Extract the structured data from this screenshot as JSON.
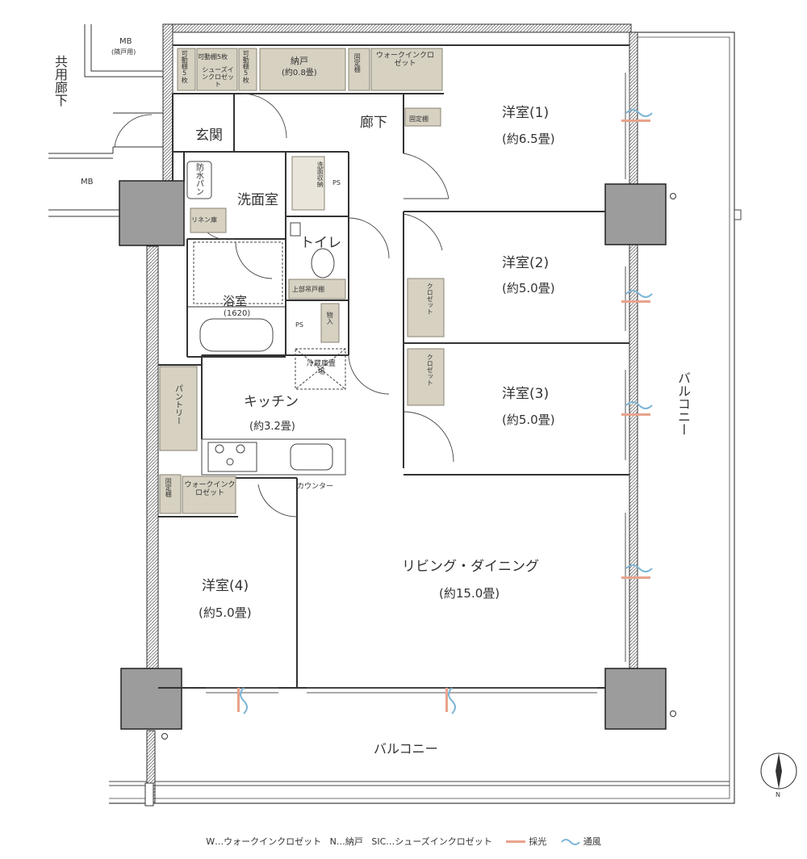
{
  "rooms": {
    "western1": {
      "name": "洋室(1)",
      "size": "(約6.5畳)"
    },
    "western2": {
      "name": "洋室(2)",
      "size": "(約5.0畳)"
    },
    "western3": {
      "name": "洋室(3)",
      "size": "(約5.0畳)"
    },
    "western4": {
      "name": "洋室(4)",
      "size": "(約5.0畳)"
    },
    "living": {
      "name": "リビング・ダイニング",
      "size": "(約15.0畳)"
    },
    "kitchen": {
      "name": "キッチン",
      "size": "(約3.2畳)"
    },
    "storage": {
      "name": "納戸",
      "size": "(約0.8畳)"
    },
    "bath": {
      "name": "浴室",
      "size": "(1620)"
    },
    "washroom": "洗面室",
    "toilet": "トイレ",
    "entrance": "玄関",
    "corridor": "廊下"
  },
  "labels": {
    "mb_top": "MB",
    "mb_top_sub": "(隣戸用)",
    "mb_left": "MB",
    "common_corridor": "共用廊下",
    "balcony_east": "バルコニー",
    "balcony_south": "バルコニー",
    "movable_shelf_5": "可動棚5枚",
    "movable_shelf_left": "可動棚5枚",
    "movable_shelf_right": "可動棚5枚",
    "shoes_in_closet": "シューズインクロゼット",
    "walk_in_closet": "ウォークインクロゼット",
    "walk_in_closet_kitchen": "ウォークインクロゼット",
    "fixed_shelf": "固定棚",
    "fixed_shelf_top": "固定棚",
    "fixed_shelf_kitchen": "固定棚",
    "waterproof_pan": "防水パン",
    "linen": "リネン庫",
    "toilet_shelf": "上部吊戸棚",
    "washroom_storage": "洗面収納",
    "ps1": "PS",
    "ps2": "PS",
    "mono_ire": "物入",
    "fridge": "冷蔵庫置場",
    "pantry": "パントリー",
    "counter": "カウンター",
    "closet2": "クロゼット",
    "closet3": "クロゼット",
    "north": "N"
  },
  "legend": {
    "w": "W…ウォークインクロゼット",
    "n": "N…納戸",
    "sic": "SIC…シューズインクロゼット",
    "light": "採光",
    "wind": "通風"
  },
  "colors": {
    "storage_fill": "#d7d1c2",
    "storage_stroke": "#8a8372",
    "wall": "#333333",
    "column_fill": "#9c9c9c",
    "light_mark": "#e8a38c",
    "wind_mark": "#7db6d6"
  }
}
